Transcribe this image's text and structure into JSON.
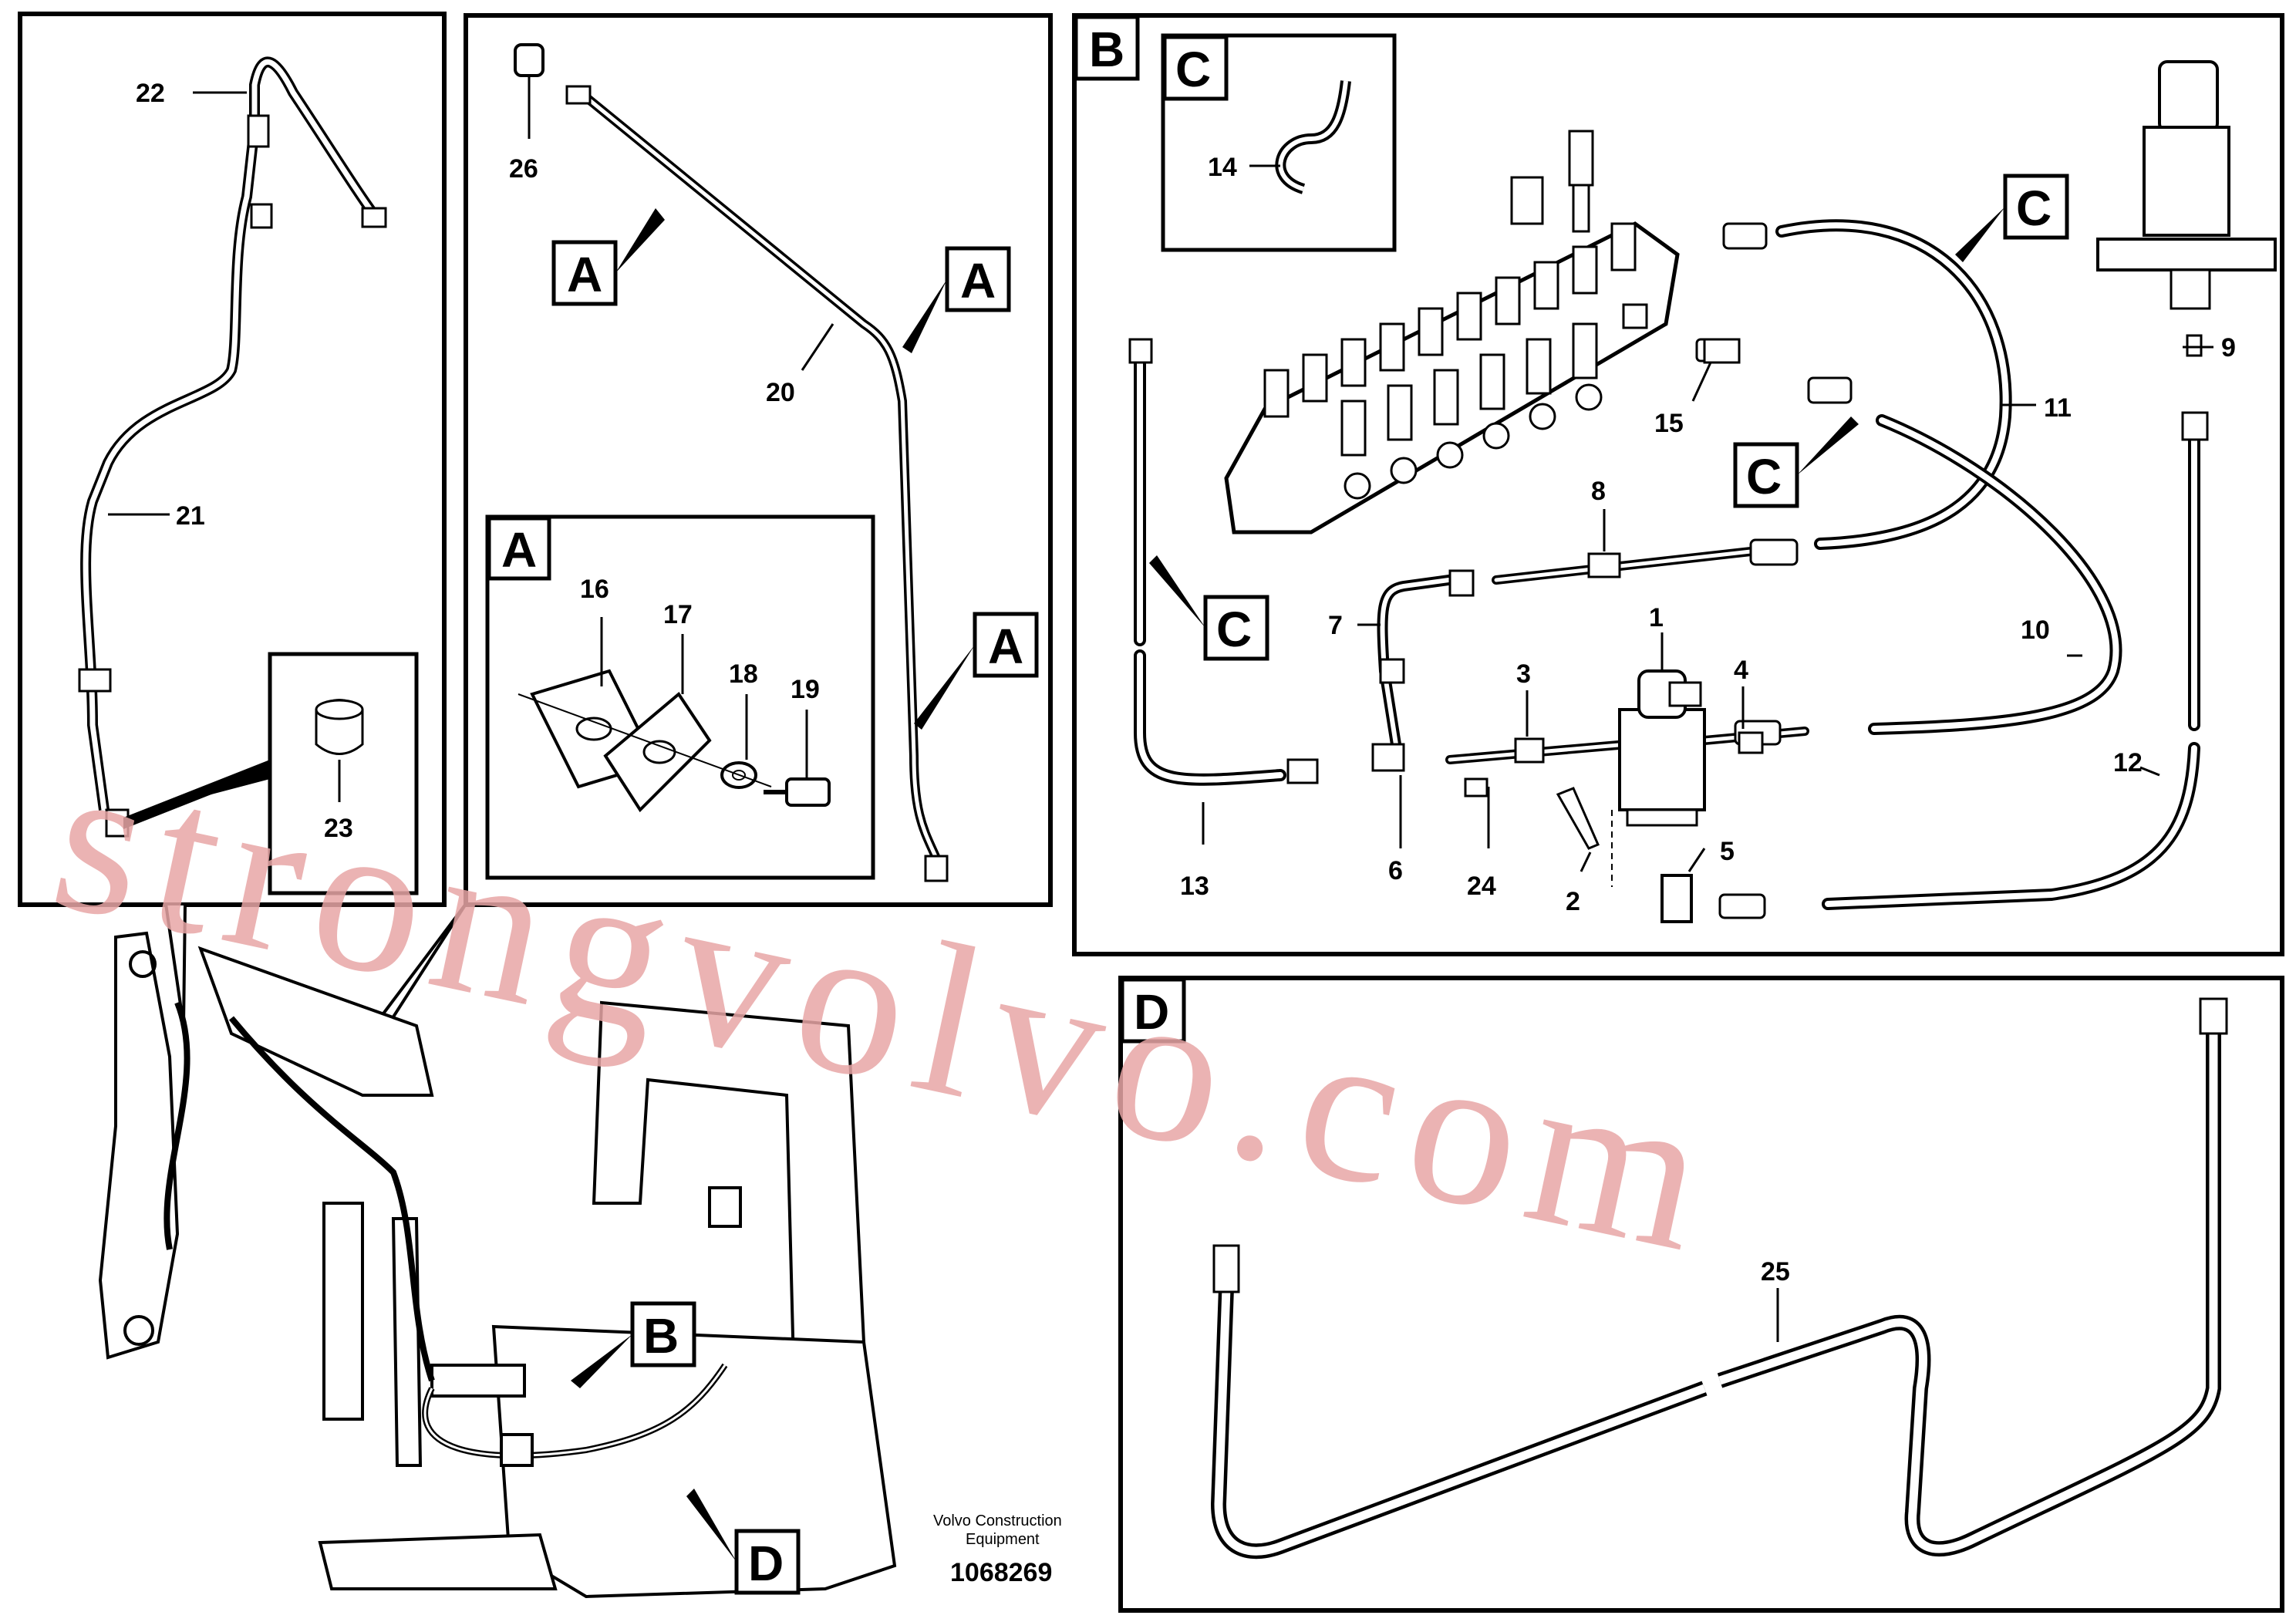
{
  "watermark": "strongvolvo.com",
  "footer": {
    "company_line1": "Volvo Construction",
    "company_line2": "Equipment",
    "drawing_number": "1068269"
  },
  "tags": {
    "A": "A",
    "B": "B",
    "C": "C",
    "D": "D"
  },
  "callouts": {
    "n1": "1",
    "n2": "2",
    "n3": "3",
    "n4": "4",
    "n5": "5",
    "n6": "6",
    "n7": "7",
    "n8": "8",
    "n9": "9",
    "n10": "10",
    "n11": "11",
    "n12": "12",
    "n13": "13",
    "n14": "14",
    "n15": "15",
    "n16": "16",
    "n17": "17",
    "n18": "18",
    "n19": "19",
    "n20": "20",
    "n21": "21",
    "n22": "22",
    "n23": "23",
    "n24": "24",
    "n25": "25",
    "n26": "26"
  }
}
